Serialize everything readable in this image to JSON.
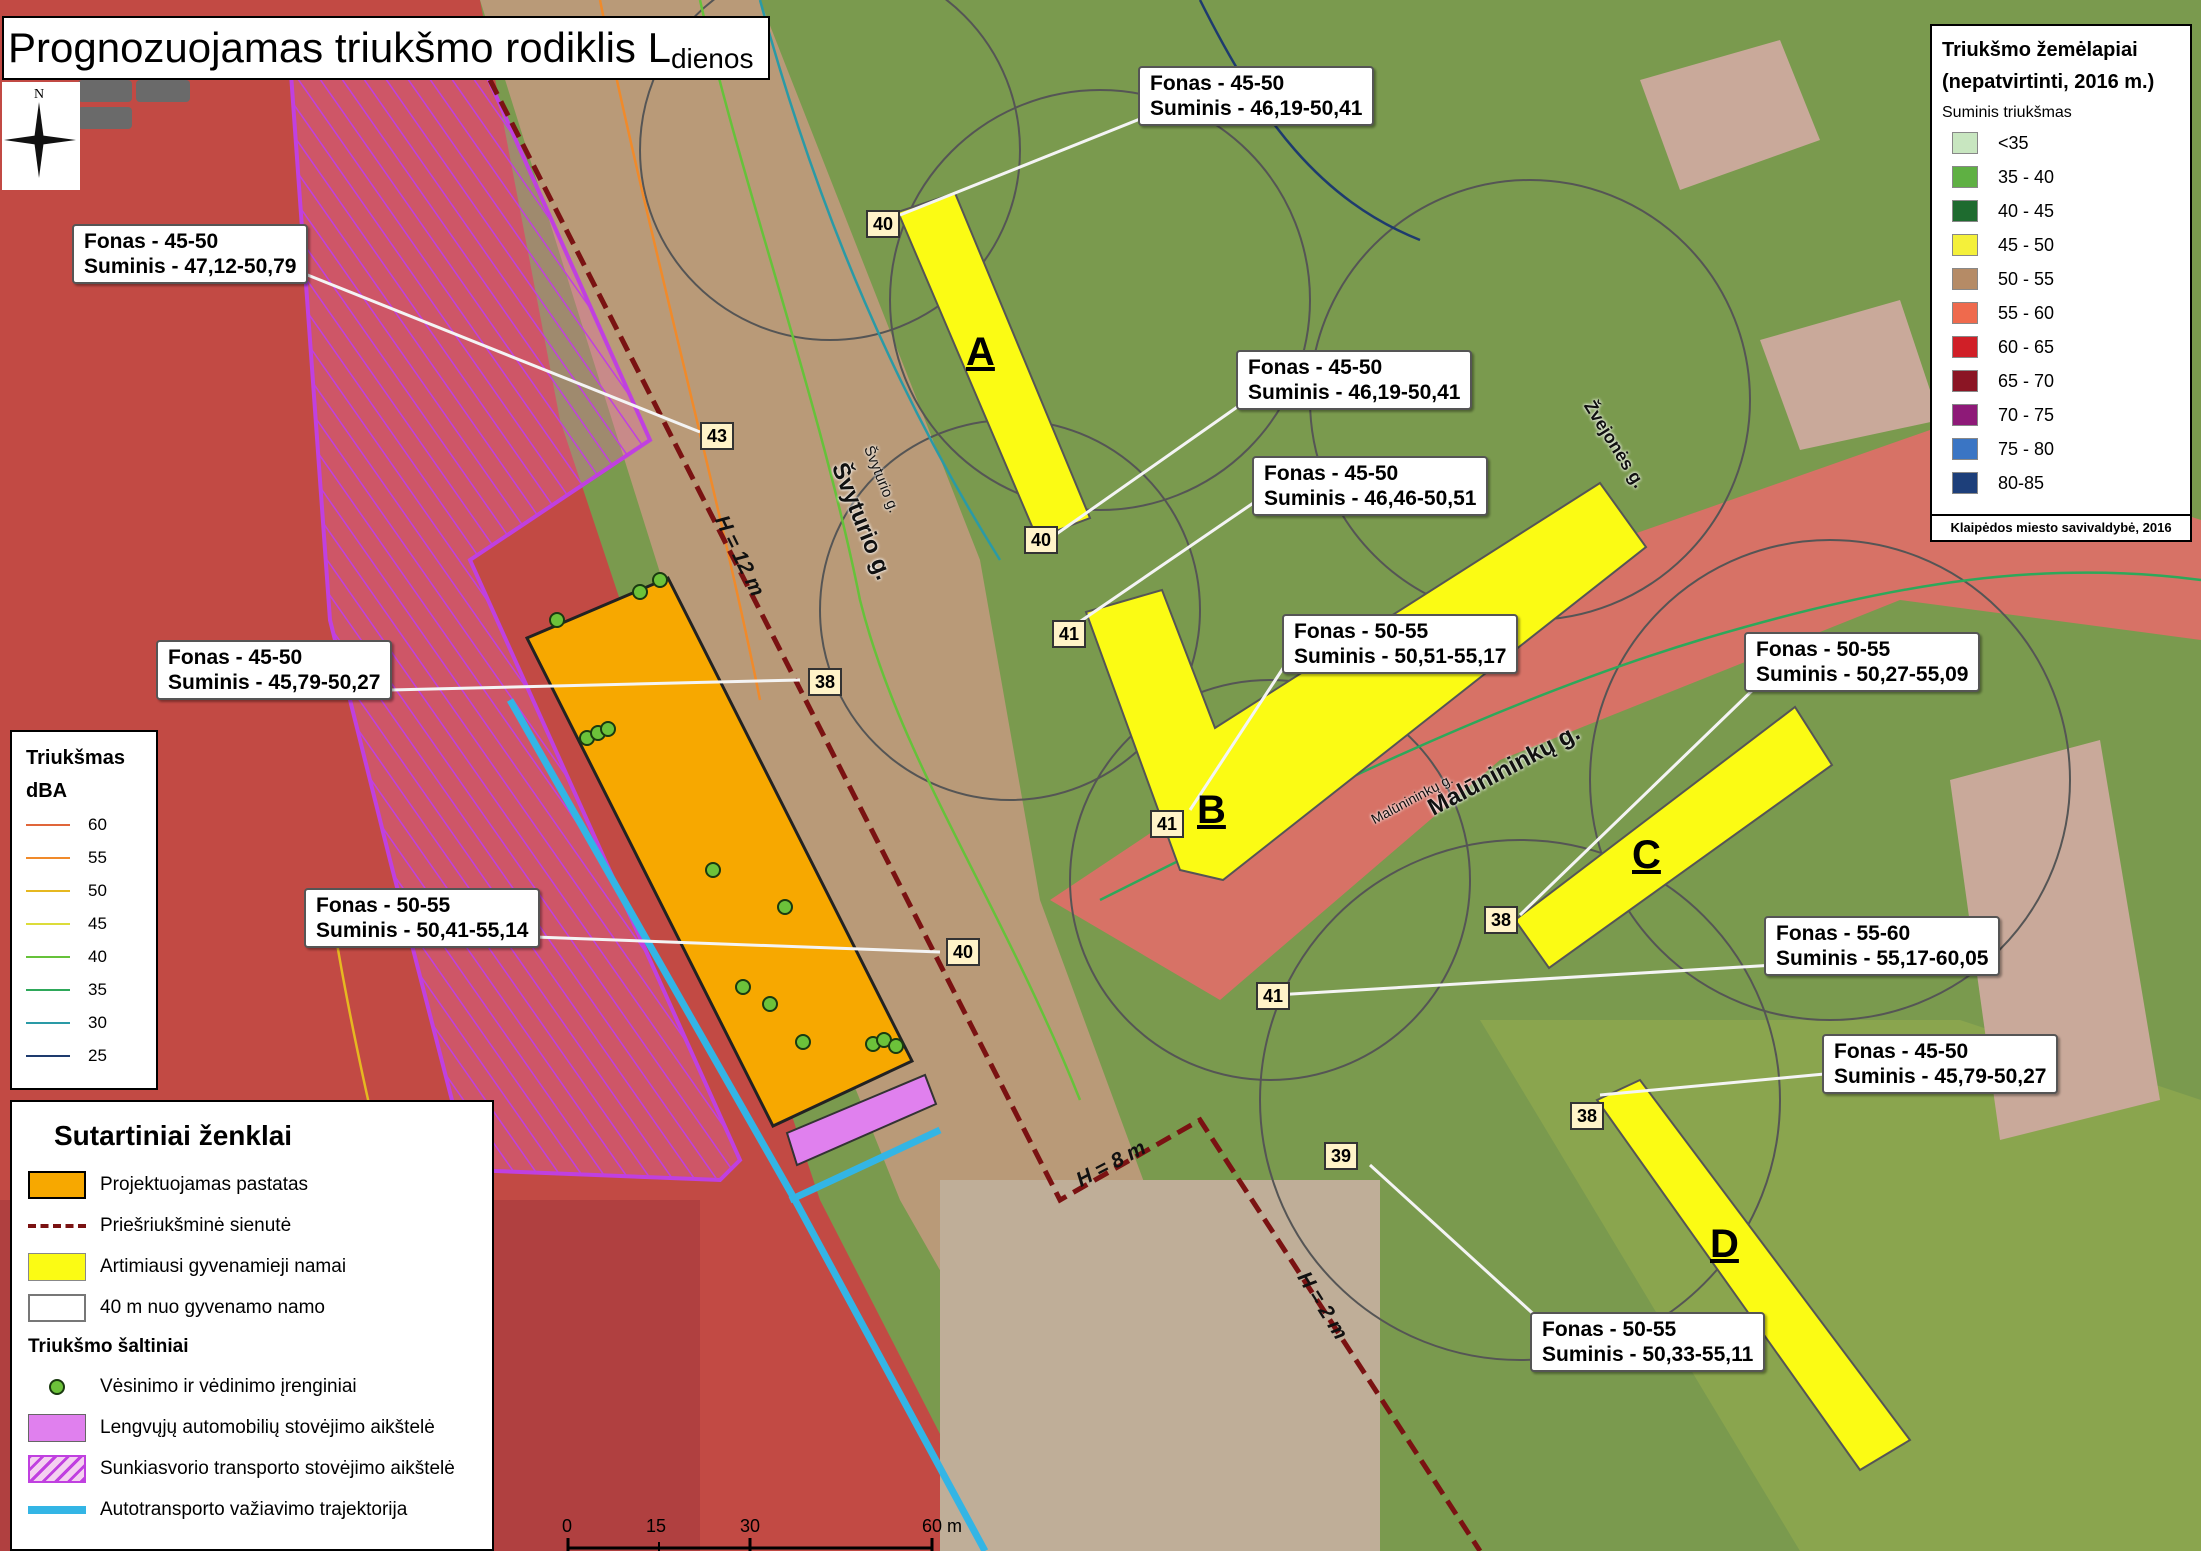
{
  "title": {
    "main": "Prognozuojamas triukšmo rodiklis L",
    "subscript": "dienos"
  },
  "compass": {
    "north": "N"
  },
  "buildings": [
    {
      "label": "A"
    },
    {
      "label": "B"
    },
    {
      "label": "C"
    },
    {
      "label": "D"
    }
  ],
  "callouts": [
    {
      "fonas": "Fonas - 45-50",
      "suminis": "Suminis - 46,19-50,41"
    },
    {
      "fonas": "Fonas - 45-50",
      "suminis": "Suminis - 47,12-50,79"
    },
    {
      "fonas": "Fonas - 45-50",
      "suminis": "Suminis - 46,19-50,41"
    },
    {
      "fonas": "Fonas - 45-50",
      "suminis": "Suminis - 46,46-50,51"
    },
    {
      "fonas": "Fonas - 50-55",
      "suminis": "Suminis - 50,51-55,17"
    },
    {
      "fonas": "Fonas - 45-50",
      "suminis": "Suminis - 45,79-50,27"
    },
    {
      "fonas": "Fonas - 50-55",
      "suminis": "Suminis - 50,27-55,09"
    },
    {
      "fonas": "Fonas - 50-55",
      "suminis": "Suminis - 50,41-55,14"
    },
    {
      "fonas": "Fonas - 55-60",
      "suminis": "Suminis - 55,17-60,05"
    },
    {
      "fonas": "Fonas - 45-50",
      "suminis": "Suminis - 45,79-50,27"
    },
    {
      "fonas": "Fonas - 50-55",
      "suminis": "Suminis - 50,33-55,11"
    }
  ],
  "point_labels": [
    "40",
    "43",
    "40",
    "41",
    "38",
    "41",
    "38",
    "40",
    "41",
    "38",
    "39"
  ],
  "streets": {
    "svyturio": "Švyturio g.",
    "svyturio_small": "Švyturio g.",
    "maluninku": "Malūnininkų g.",
    "maluninku_small": "Malūnininkų g.",
    "zvejones": "Žvejonės g."
  },
  "wall_heights": [
    "H = 12 m",
    "H = 8 m",
    "H = 2 m"
  ],
  "noise_map_legend": {
    "title_line1": "Triukšmo žemėlapiai",
    "title_line2": "(nepatvirtinti, 2016 m.)",
    "subtitle": "Suminis triukšmas",
    "classes": [
      {
        "label": "<35",
        "color": "#c8e6c0"
      },
      {
        "label": "35 - 40",
        "color": "#5fb043"
      },
      {
        "label": "40 - 45",
        "color": "#1e6b2f"
      },
      {
        "label": "45 - 50",
        "color": "#f4f03a"
      },
      {
        "label": "50 - 55",
        "color": "#b58b66"
      },
      {
        "label": "55 - 60",
        "color": "#ef6a4d"
      },
      {
        "label": "60 - 65",
        "color": "#d01f27"
      },
      {
        "label": "65 - 70",
        "color": "#8b1524"
      },
      {
        "label": "70 - 75",
        "color": "#8e1a78"
      },
      {
        "label": "75 - 80",
        "color": "#3a75c4"
      },
      {
        "label": "80-85",
        "color": "#1d3f7a"
      }
    ],
    "source": "Klaipėdos miesto savivaldybė, 2016"
  },
  "contour_legend": {
    "title_line1": "Triukšmas",
    "title_line2": "dBA",
    "lines": [
      {
        "label": "60",
        "color": "#e0663a"
      },
      {
        "label": "55",
        "color": "#f08a2a"
      },
      {
        "label": "50",
        "color": "#e6b820"
      },
      {
        "label": "45",
        "color": "#dcdc3a"
      },
      {
        "label": "40",
        "color": "#66c23a"
      },
      {
        "label": "35",
        "color": "#2ea85a"
      },
      {
        "label": "30",
        "color": "#2a9aa6"
      },
      {
        "label": "25",
        "color": "#1e3b6e"
      }
    ]
  },
  "legend": {
    "title": "Sutartiniai ženklai",
    "items": [
      {
        "label": "Projektuojamas pastatas"
      },
      {
        "label": "Priešriukšminė sienutė"
      },
      {
        "label": "Artimiausi gyvenamieji namai"
      },
      {
        "label": "40 m nuo gyvenamo namo"
      }
    ],
    "section": "Triukšmo šaltiniai",
    "sources": [
      {
        "label": "Vėsinimo ir vėdinimo įrenginiai"
      },
      {
        "label": "Lengvųjų automobilių stovėjimo aikštelė"
      },
      {
        "label": "Sunkiasvorio transporto stovėjimo aikštelė"
      },
      {
        "label": "Autotransporto važiavimo trajektorija"
      }
    ]
  },
  "scale": {
    "ticks": [
      "0",
      "15",
      "30",
      "60 m"
    ]
  },
  "colors": {
    "project_building": "#f7a800",
    "residential": "#fbfb14",
    "noise_wall": "#7a1212",
    "heavy_parking": "#c040e0",
    "car_parking": "#e080ee",
    "traffic_route": "#33b5e5",
    "equipment": "#6cc23a"
  }
}
